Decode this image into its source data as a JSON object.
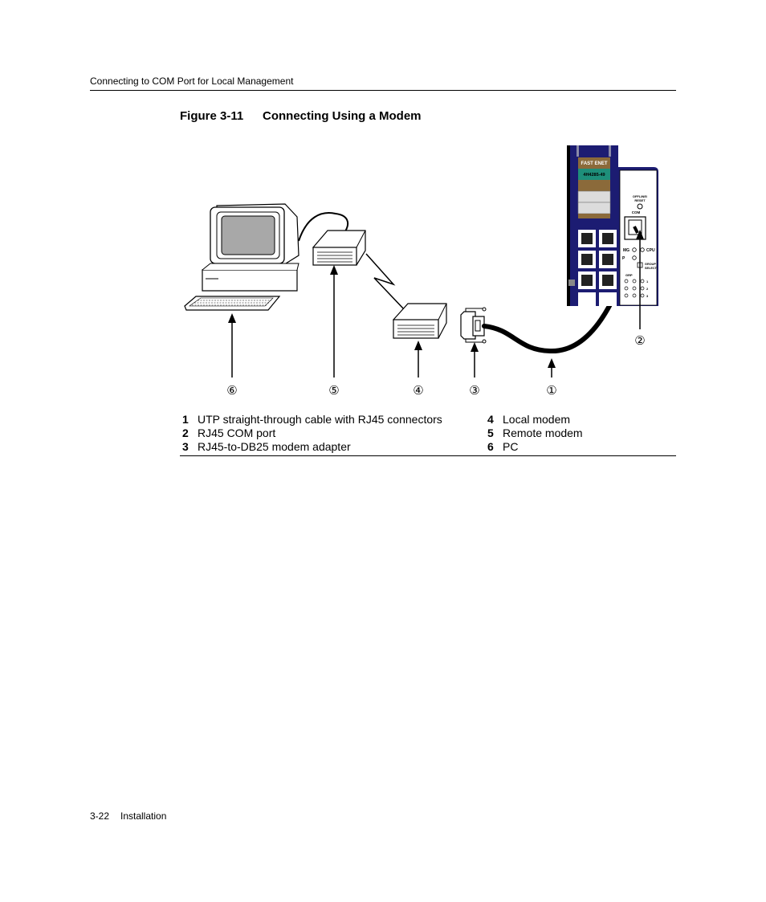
{
  "header": {
    "running_title": "Connecting to COM Port for Local Management"
  },
  "figure": {
    "number": "Figure 3-11",
    "title": "Connecting Using a Modem",
    "callouts": [
      "①",
      "②",
      "③",
      "④",
      "⑤",
      "⑥"
    ],
    "device_labels": {
      "module": "FAST ENET",
      "model": "4H4285-49",
      "offline_reset": "OFFLINE/",
      "reset": "RESET",
      "com": "COM",
      "mg": "MG",
      "cpu": "CPU",
      "group": "GROUP",
      "select": "SELECT",
      "p": "P",
      "grp": "GRP",
      "n1": "1",
      "n2": "2",
      "n3": "3"
    }
  },
  "legend": [
    {
      "num": "1",
      "text": "UTP straight-through cable with RJ45 connectors"
    },
    {
      "num": "2",
      "text": "RJ45 COM port"
    },
    {
      "num": "3",
      "text": "RJ45-to-DB25 modem adapter"
    },
    {
      "num": "4",
      "text": "Local modem"
    },
    {
      "num": "5",
      "text": "Remote modem"
    },
    {
      "num": "6",
      "text": "PC"
    }
  ],
  "footer": {
    "page": "3-22",
    "section": "Installation"
  }
}
